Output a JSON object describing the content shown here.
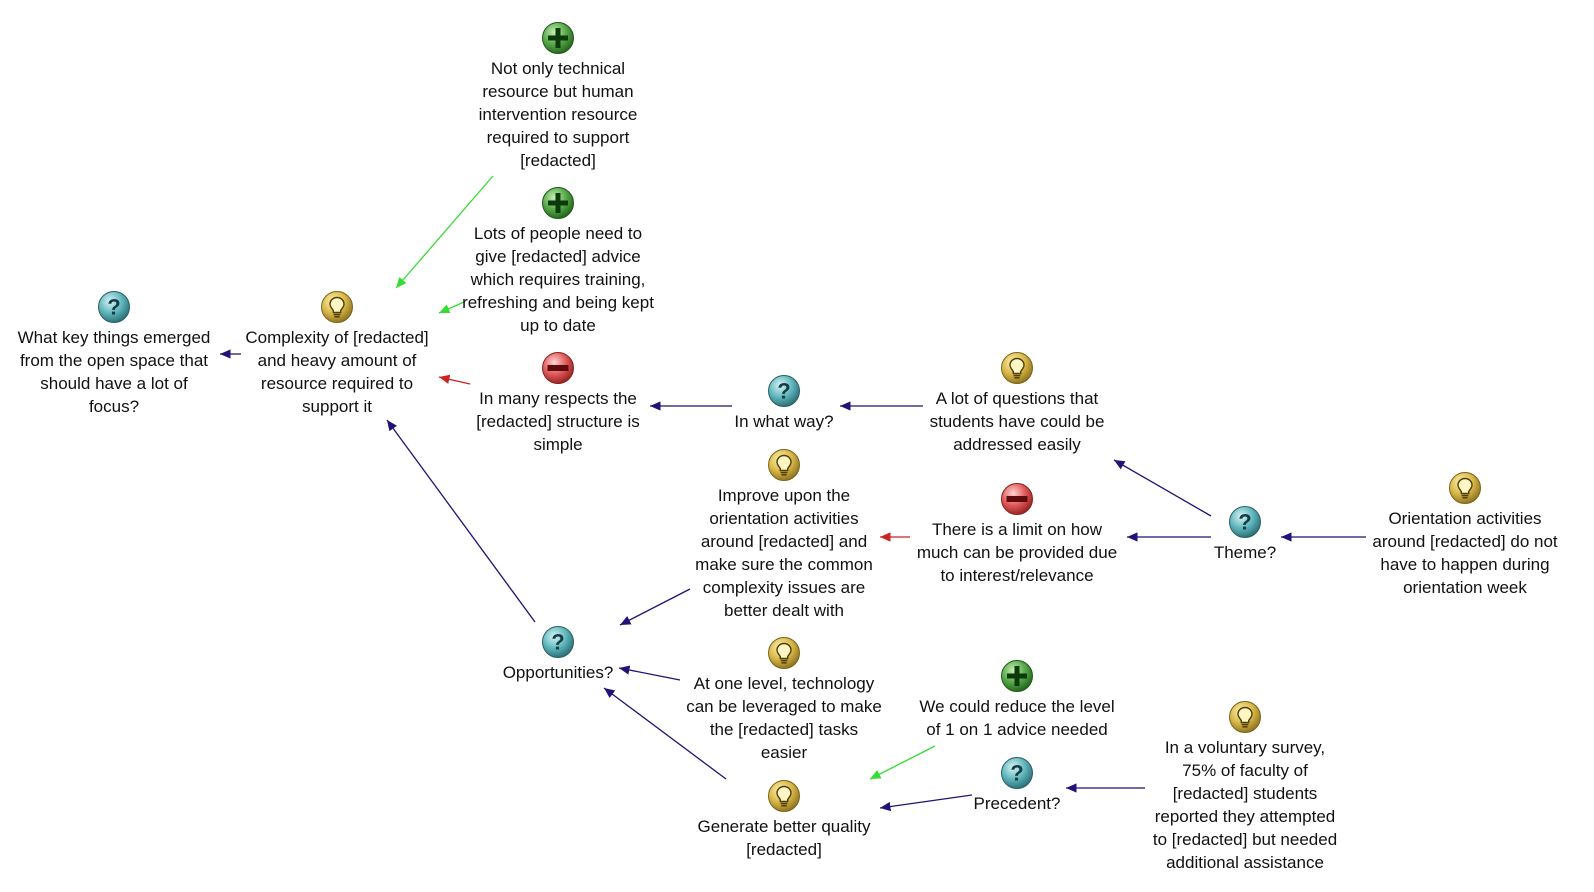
{
  "colors": {
    "arrow_support": "#33dd33",
    "arrow_object": "#cc2222",
    "arrow_respond": "#221177",
    "text": "#111111"
  },
  "nodes": [
    {
      "id": "n1",
      "type": "question",
      "icon": "question-icon",
      "label": "What key things emerged\nfrom the open space that\nshould have a lot of\nfocus?"
    },
    {
      "id": "n2",
      "type": "idea",
      "icon": "lightbulb-icon",
      "label": "Complexity of [redacted]\nand heavy amount of\nresource required to\nsupport it"
    },
    {
      "id": "n3",
      "type": "pro",
      "icon": "plus-icon",
      "label": "Not only technical\nresource but human\nintervention resource\nrequired to support\n[redacted]"
    },
    {
      "id": "n4",
      "type": "pro",
      "icon": "plus-icon",
      "label": "Lots of people need to\ngive [redacted] advice\nwhich requires training,\nrefreshing and being kept\nup to date"
    },
    {
      "id": "n5",
      "type": "con",
      "icon": "minus-icon",
      "label": "In many respects the\n[redacted] structure is\nsimple"
    },
    {
      "id": "n6",
      "type": "question",
      "icon": "question-icon",
      "label": "In what way?"
    },
    {
      "id": "n7",
      "type": "idea",
      "icon": "lightbulb-icon",
      "label": "A lot of questions that\nstudents have could be\naddressed easily"
    },
    {
      "id": "n8",
      "type": "idea",
      "icon": "lightbulb-icon",
      "label": "Improve upon the\norientation activities\naround [redacted] and\nmake sure the common\ncomplexity issues are\nbetter dealt with"
    },
    {
      "id": "n9",
      "type": "con",
      "icon": "minus-icon",
      "label": "There is a limit on how\nmuch can be provided due\nto interest/relevance"
    },
    {
      "id": "n10",
      "type": "question",
      "icon": "question-icon",
      "label": "Theme?"
    },
    {
      "id": "n11",
      "type": "idea",
      "icon": "lightbulb-icon",
      "label": "Orientation activities\naround [redacted] do not\nhave to happen during\norientation week"
    },
    {
      "id": "n12",
      "type": "question",
      "icon": "question-icon",
      "label": "Opportunities?"
    },
    {
      "id": "n13",
      "type": "idea",
      "icon": "lightbulb-icon",
      "label": "At one level, technology\ncan be leveraged to make\nthe [redacted] tasks\neasier"
    },
    {
      "id": "n14",
      "type": "pro",
      "icon": "plus-icon",
      "label": "We could reduce the level\nof 1 on 1 advice needed"
    },
    {
      "id": "n15",
      "type": "idea",
      "icon": "lightbulb-icon",
      "label": "In a voluntary survey,\n75% of faculty of\n[redacted] students\nreported they attempted\nto [redacted] but needed\nadditional assistance"
    },
    {
      "id": "n16",
      "type": "question",
      "icon": "question-icon",
      "label": "Precedent?"
    },
    {
      "id": "n17",
      "type": "idea",
      "icon": "lightbulb-icon",
      "label": "Generate better quality\n[redacted]"
    }
  ],
  "edges": [
    {
      "from": "n2",
      "to": "n1",
      "kind": "respond"
    },
    {
      "from": "n3",
      "to": "n2",
      "kind": "support"
    },
    {
      "from": "n4",
      "to": "n2",
      "kind": "support"
    },
    {
      "from": "n5",
      "to": "n2",
      "kind": "object"
    },
    {
      "from": "n6",
      "to": "n5",
      "kind": "respond"
    },
    {
      "from": "n7",
      "to": "n6",
      "kind": "respond"
    },
    {
      "from": "n10",
      "to": "n7",
      "kind": "respond"
    },
    {
      "from": "n10",
      "to": "n9",
      "kind": "respond"
    },
    {
      "from": "n11",
      "to": "n10",
      "kind": "respond"
    },
    {
      "from": "n9",
      "to": "n8",
      "kind": "object"
    },
    {
      "from": "n8",
      "to": "n12",
      "kind": "respond"
    },
    {
      "from": "n12",
      "to": "n2",
      "kind": "respond"
    },
    {
      "from": "n13",
      "to": "n12",
      "kind": "respond"
    },
    {
      "from": "n17",
      "to": "n12",
      "kind": "respond"
    },
    {
      "from": "n14",
      "to": "n17",
      "kind": "support"
    },
    {
      "from": "n16",
      "to": "n17",
      "kind": "respond"
    },
    {
      "from": "n15",
      "to": "n16",
      "kind": "respond"
    }
  ]
}
